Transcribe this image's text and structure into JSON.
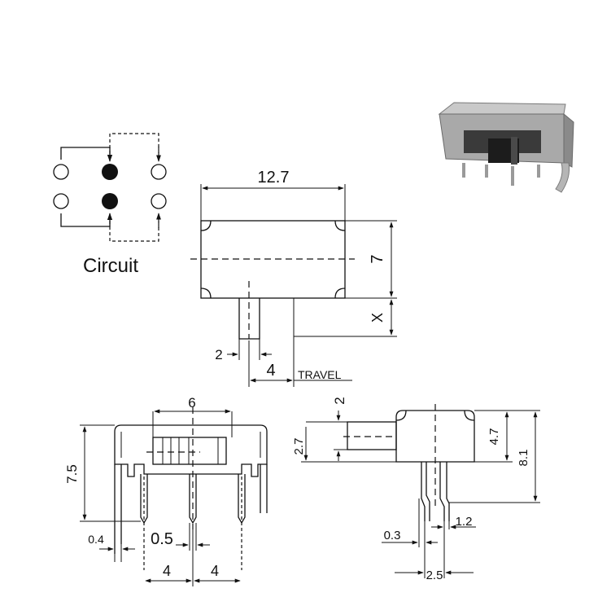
{
  "circuit": {
    "label": "Circuit"
  },
  "top_view": {
    "width": "12.7",
    "height": "7",
    "x": "X",
    "pin_offset": "2",
    "travel_value": "4",
    "travel_label": "TRAVEL"
  },
  "front_view": {
    "width": "6",
    "height": "7.5",
    "pin_thick": "0.4",
    "pin_width": "0.5",
    "pitch_left": "4",
    "pitch_right": "4"
  },
  "side_view": {
    "knob": "2",
    "knob_height": "2.7",
    "body_height": "4.7",
    "total_height": "8.1",
    "pin_thick": "0.3",
    "pin_width": "1.2",
    "pin_pitch": "2.5"
  }
}
